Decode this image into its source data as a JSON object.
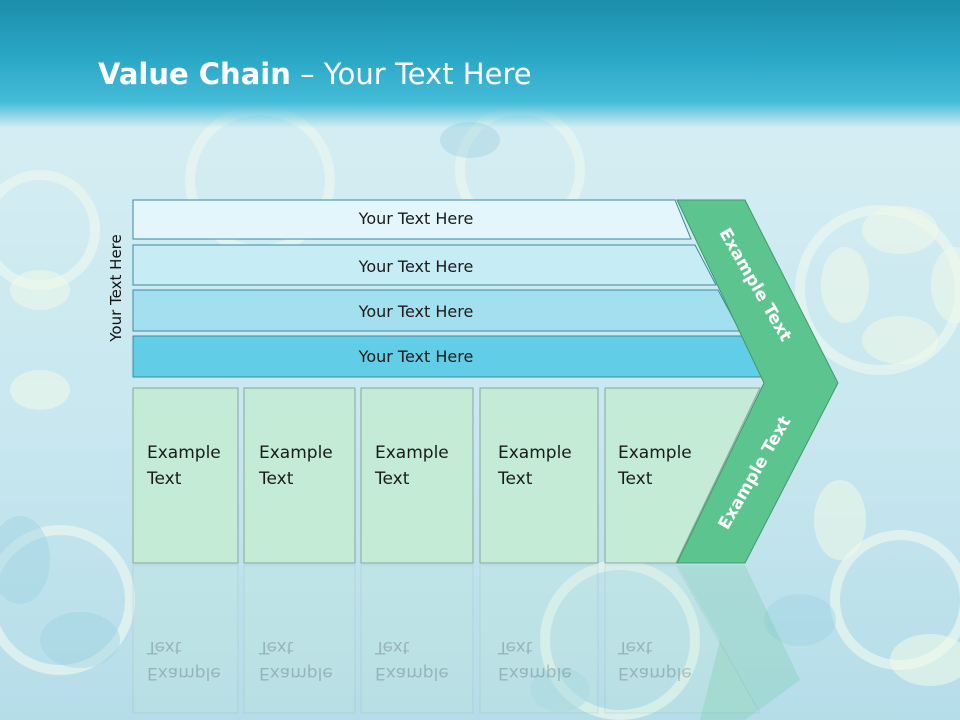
{
  "title": {
    "bold": "Value Chain",
    "rest": " – Your Text Here"
  },
  "side_label": "Your Text Here",
  "bars": [
    {
      "label": "Your Text Here",
      "fill": "#e3f6fb"
    },
    {
      "label": "Your Text Here",
      "fill": "#c6ecf5"
    },
    {
      "label": "Your Text Here",
      "fill": "#a3e0ef"
    },
    {
      "label": "Your Text Here",
      "fill": "#62cde7"
    }
  ],
  "boxes": [
    {
      "label": "Example\nText"
    },
    {
      "label": "Example\nText"
    },
    {
      "label": "Example\nText"
    },
    {
      "label": "Example\nText"
    },
    {
      "label": "Example\nText"
    }
  ],
  "chevron": {
    "upper_label": "Example Text",
    "lower_label": "Example Text",
    "fill": "#5cc48e"
  },
  "colors": {
    "title_bar": "#2aa7c6",
    "box_fill": "#c3ebd6",
    "box_border": "#8aa6a0",
    "bar_border": "#3d8aa0"
  }
}
